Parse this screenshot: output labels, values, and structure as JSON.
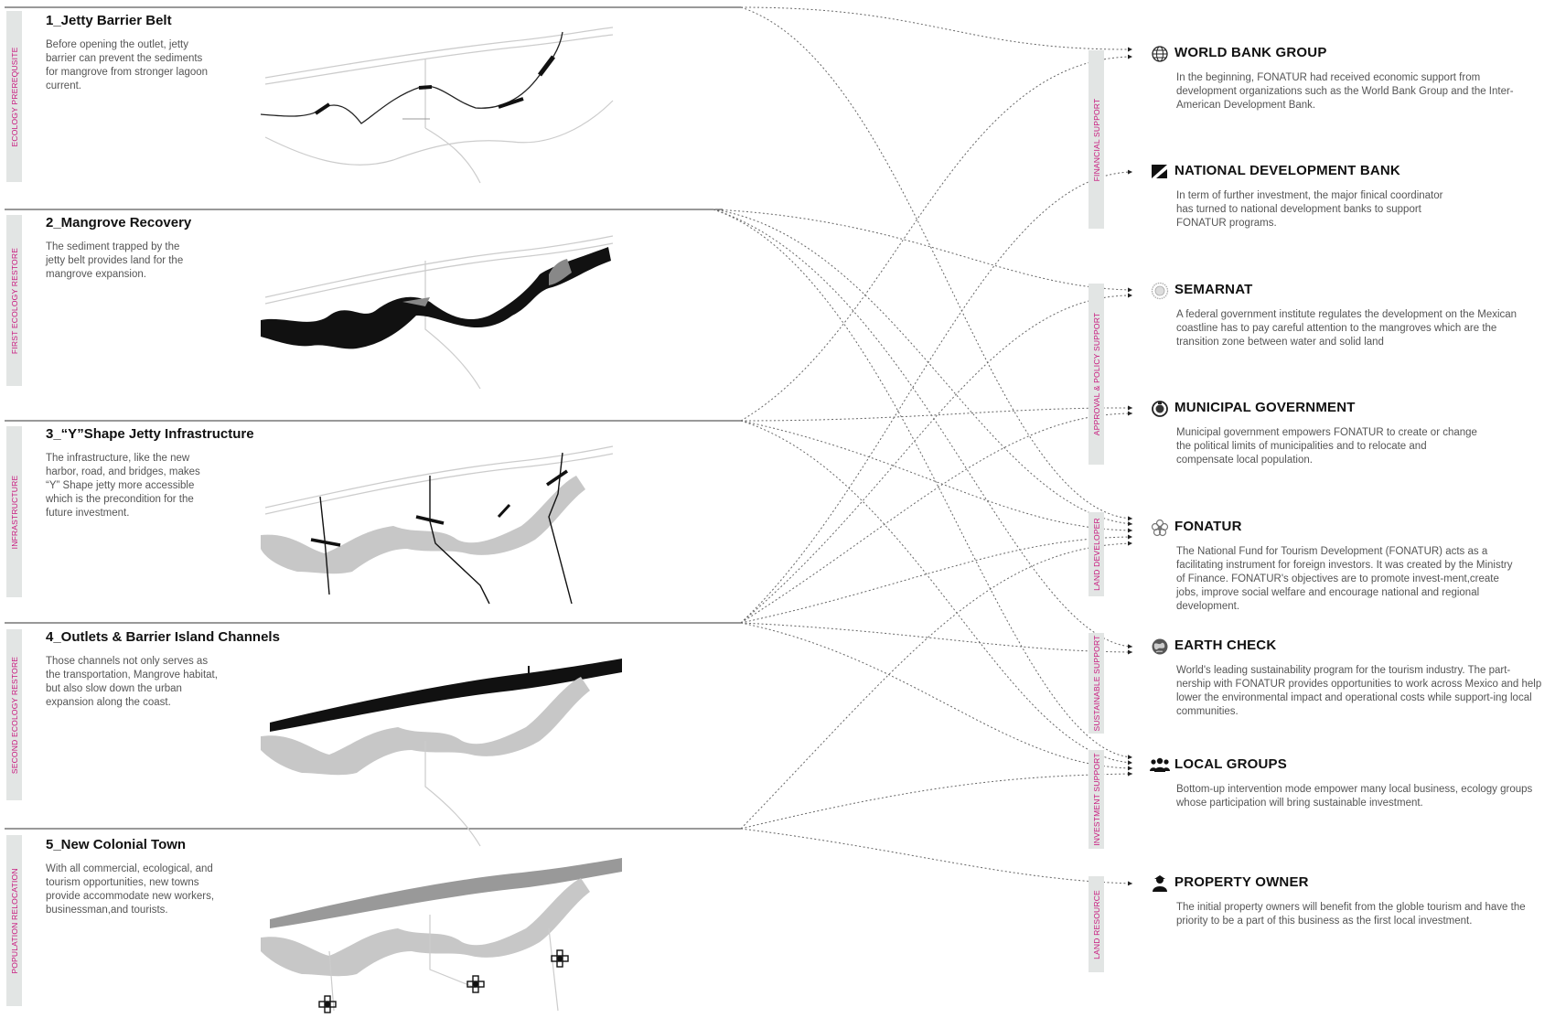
{
  "phases": [
    {
      "title": "1_Jetty Barrier Belt",
      "side_label": "ECOLOGY PREREQUSITE",
      "description": "Before opening the outlet, jetty barrier can prevent the sediments for mangrove from stronger lagoon current."
    },
    {
      "title": "2_Mangrove Recovery",
      "side_label": "FIRST ECOLOGY RESTORE",
      "description": "The sediment trapped by the jetty belt provides land for the mangrove expansion."
    },
    {
      "title": "3_“Y”Shape Jetty Infrastructure",
      "side_label": "INFRASTRUCTURE",
      "description": "The infrastructure, like the new harbor, road, and bridges, makes “Y” Shape jetty more accessible which is the precondition for the future investment."
    },
    {
      "title": "4_Outlets & Barrier Island Channels",
      "side_label": "SECOND ECOLOGY RESTORE",
      "description": "Those channels not only serves as the transportation, Mangrove habitat, but also slow down the urban expansion along the coast."
    },
    {
      "title": "5_New Colonial Town",
      "side_label": "POPULATION RELOCATION",
      "description": "With all commercial, ecological, and tourism opportunities, new towns provide accommodate new workers, businessman,and tourists."
    }
  ],
  "categories": [
    {
      "label": "FINANCIAL SUPPORT"
    },
    {
      "label": "APPROVAL & POLICY SUPPORT"
    },
    {
      "label": "LAND DEVELOPER"
    },
    {
      "label": "SUSTAINABLE SUPPORT"
    },
    {
      "label": "INVESTMENT SUPPORT"
    },
    {
      "label": "LAND RESOURCE"
    }
  ],
  "stakeholders": [
    {
      "name": "WORLD BANK GROUP",
      "icon": "globe-icon",
      "description": "In the beginning, FONATUR had received economic support from development organizations such as the World Bank Group and the Inter-American Development Bank."
    },
    {
      "name": "NATIONAL DEVELOPMENT BANK",
      "icon": "bank-logo-icon",
      "description": "In term of further investment, the major finical coordinator has turned to national development banks to support FONATUR programs."
    },
    {
      "name": "SEMARNAT",
      "icon": "seal-icon",
      "description": "A federal government institute regulates the development on the Mexican coastline has to pay careful attention to the mangroves which are the transition zone between water and solid land"
    },
    {
      "name": "MUNICIPAL GOVERNMENT",
      "icon": "emblem-icon",
      "description": "Municipal government empowers FONATUR  to create or change the political limits of municipalities and to relocate and compensate local population."
    },
    {
      "name": "FONATUR",
      "icon": "flower-icon",
      "description": "The National Fund for Tourism Development (FONATUR) acts as a facilitating instrument for foreign investors. It was created by the Ministry of Finance. FONATUR's objectives are to promote invest-ment,create jobs, improve social welfare and encourage national and regional development."
    },
    {
      "name": "EARTH CHECK",
      "icon": "earth-icon",
      "description": " World's leading sustainability program for the tourism industry. The part-nership with FONATUR provides opportunities to work across Mexico and help lower the environmental impact and operational costs while support-ing local communities."
    },
    {
      "name": "LOCAL GROUPS",
      "icon": "people-icon",
      "description": "Bottom-up intervention mode empower many local business, ecology groups whose participation will bring sustainable investment."
    },
    {
      "name": "PROPERTY OWNER",
      "icon": "person-icon",
      "description": "The initial property owners will benefit from the globle tourism and have the priority to be a part of this business as the first local investment."
    }
  ],
  "colors": {
    "accent": "#c8187d",
    "tab": "#e2e5e4",
    "line": "#666666"
  }
}
